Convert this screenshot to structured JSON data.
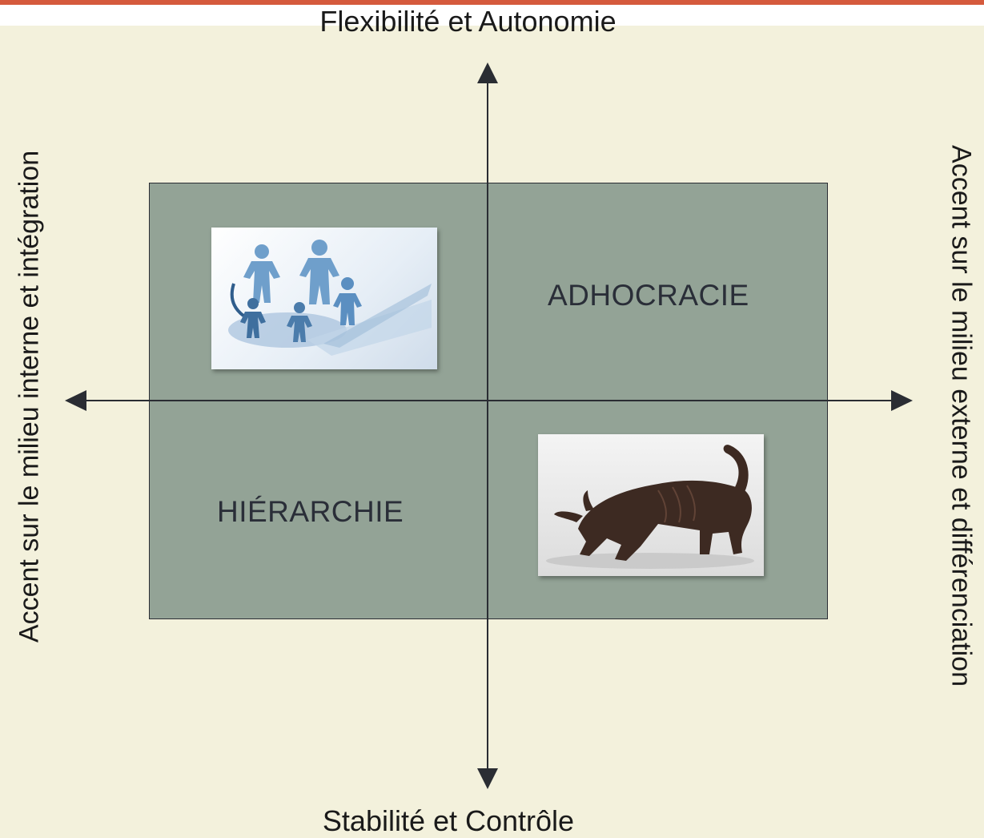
{
  "axes": {
    "top": "Flexibilité et Autonomie",
    "bottom": "Stabilité et Contrôle",
    "left": "Accent sur le milieu interne et intégration",
    "right": "Accent sur le milieu externe et différenciation"
  },
  "quadrants": {
    "top_right": "ADHOCRACIE",
    "bottom_left": "HIÉRARCHIE"
  },
  "images": {
    "top_left": "paper-people-circle-image",
    "bottom_right": "bronze-bull-image"
  },
  "colors": {
    "background": "#f3f1dc",
    "grid": "#93a396",
    "accent_bar": "#d55a3d",
    "axis": "#2a2d33"
  }
}
